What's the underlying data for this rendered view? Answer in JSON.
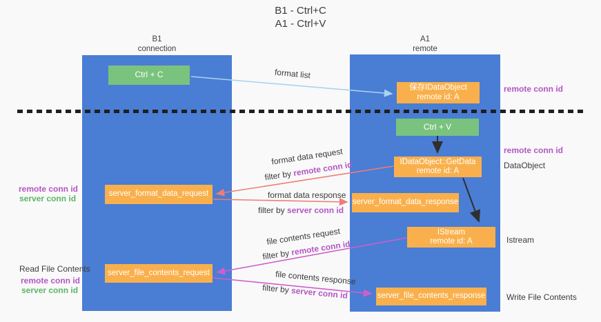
{
  "title": {
    "line1": "B1 - Ctrl+C",
    "line2": "A1 - Ctrl+V"
  },
  "lifelines": {
    "left": {
      "name": "B1",
      "role": "connection"
    },
    "right": {
      "name": "A1",
      "role": "remote"
    }
  },
  "nodes": {
    "ctrl_c": {
      "label": "Ctrl + C"
    },
    "ctrl_v": {
      "label": "Ctrl + V"
    },
    "save_dataobject": {
      "line1": "保存IDataObject",
      "line2": "remote id: A"
    },
    "getdata": {
      "line1": "IDataObject::GetData",
      "line2": "remote id: A"
    },
    "format_request": {
      "label": "server_format_data_request"
    },
    "format_response": {
      "label": "server_format_data_response"
    },
    "istream": {
      "line1": "IStream",
      "line2": "remote id: A"
    },
    "file_request": {
      "label": "server_file_contents_request"
    },
    "file_response": {
      "label": "server_file_contents_response"
    }
  },
  "flows": {
    "format_list": {
      "label": "format list"
    },
    "format_data_request": {
      "label": "format data request",
      "filter_prefix": "filter by ",
      "filter_key": "remote conn id"
    },
    "format_data_response": {
      "label": "format data response",
      "filter_prefix": "filter by ",
      "filter_key": "server conn id"
    },
    "file_contents_request": {
      "label": "file contents request",
      "filter_prefix": "filter by ",
      "filter_key": "remote conn id"
    },
    "file_contents_response": {
      "label": "file contents response",
      "filter_prefix": "filter by ",
      "filter_key": "server conn id"
    }
  },
  "annotations": {
    "right_top_remote_conn_id": "remote conn id",
    "right_mid_remote_conn_id": "remote conn id",
    "right_dataobject": "DataObject",
    "right_istream": "Istream",
    "right_write_file": "Write File Contents",
    "left_remote_conn_id_1": "remote conn id",
    "left_server_conn_id_1": "server conn id",
    "left_read_file": "Read File Contents",
    "left_remote_conn_id_2": "remote conn id",
    "left_server_conn_id_2": "server conn id"
  },
  "colors": {
    "column_blue": "#4a7dd4",
    "box_orange": "#f9b04c",
    "box_green": "#7ac37e",
    "label_purple": "#b356c4",
    "label_green": "#5cb567",
    "arrow_salmon": "#ee7c74",
    "arrow_magenta": "#cf5ecb",
    "arrow_lightblue": "#a9d3f1",
    "arrow_black": "#2f2f2f",
    "separator_black": "#1f1f1f",
    "text_dark": "#3a3a3a",
    "background": "#f9f9f9"
  }
}
